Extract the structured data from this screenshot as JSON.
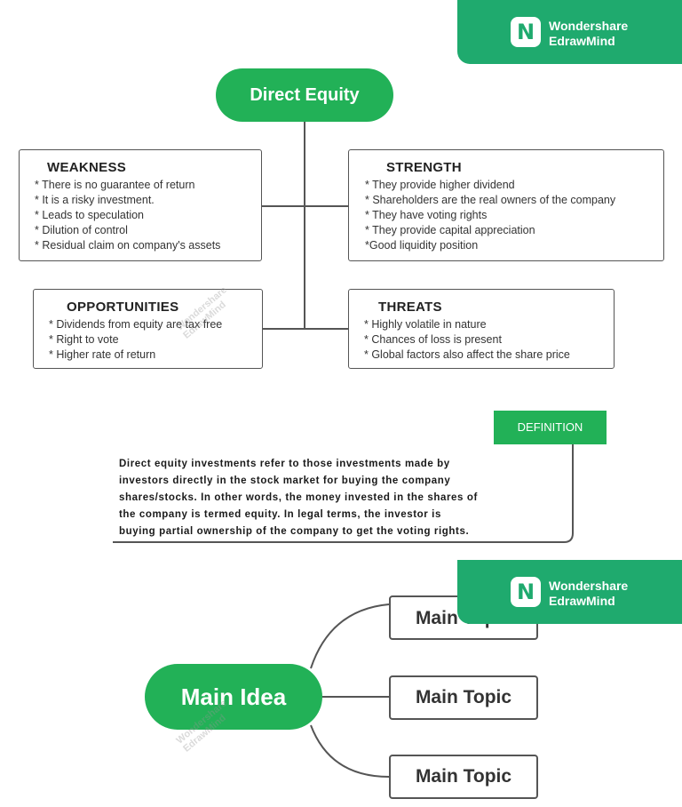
{
  "brand": {
    "line1": "Wondershare",
    "line2": "EdrawMind",
    "logo_glyph": "N"
  },
  "top_diagram": {
    "root": "Direct Equity",
    "weakness": {
      "title": "WEAKNESS",
      "items": [
        "* There is no guarantee of return",
        "* It is a risky investment.",
        "* Leads to speculation",
        "* Dilution of control",
        "* Residual claim on company's assets"
      ]
    },
    "strength": {
      "title": "STRENGTH",
      "items": [
        "* They provide higher dividend",
        "* Shareholders are the real owners of the company",
        "* They have voting rights",
        "* They provide capital appreciation",
        "*Good liquidity position"
      ]
    },
    "opportunities": {
      "title": "OPPORTUNITIES",
      "items": [
        "* Dividends from equity are tax free",
        "* Right to vote",
        "* Higher rate of return"
      ]
    },
    "threats": {
      "title": "THREATS",
      "items": [
        "* Highly volatile in nature",
        "* Chances of loss is present",
        "* Global factors also affect the share price"
      ]
    }
  },
  "definition": {
    "label": "DEFINITION",
    "lines": [
      "Direct equity investments refer to those investments made by",
      "investors directly in the stock market for buying the company",
      "shares/stocks. In other words, the money invested in the shares of",
      "the company is termed equity. In legal terms, the investor is",
      "buying partial ownership of the company to get the voting rights."
    ]
  },
  "bottom_diagram": {
    "main_idea": "Main Idea",
    "topics": [
      "Main Topic",
      "Main Topic",
      "Main Topic"
    ]
  },
  "colors": {
    "brand": "#1faa6e",
    "node": "#22b157",
    "border": "#555555"
  }
}
